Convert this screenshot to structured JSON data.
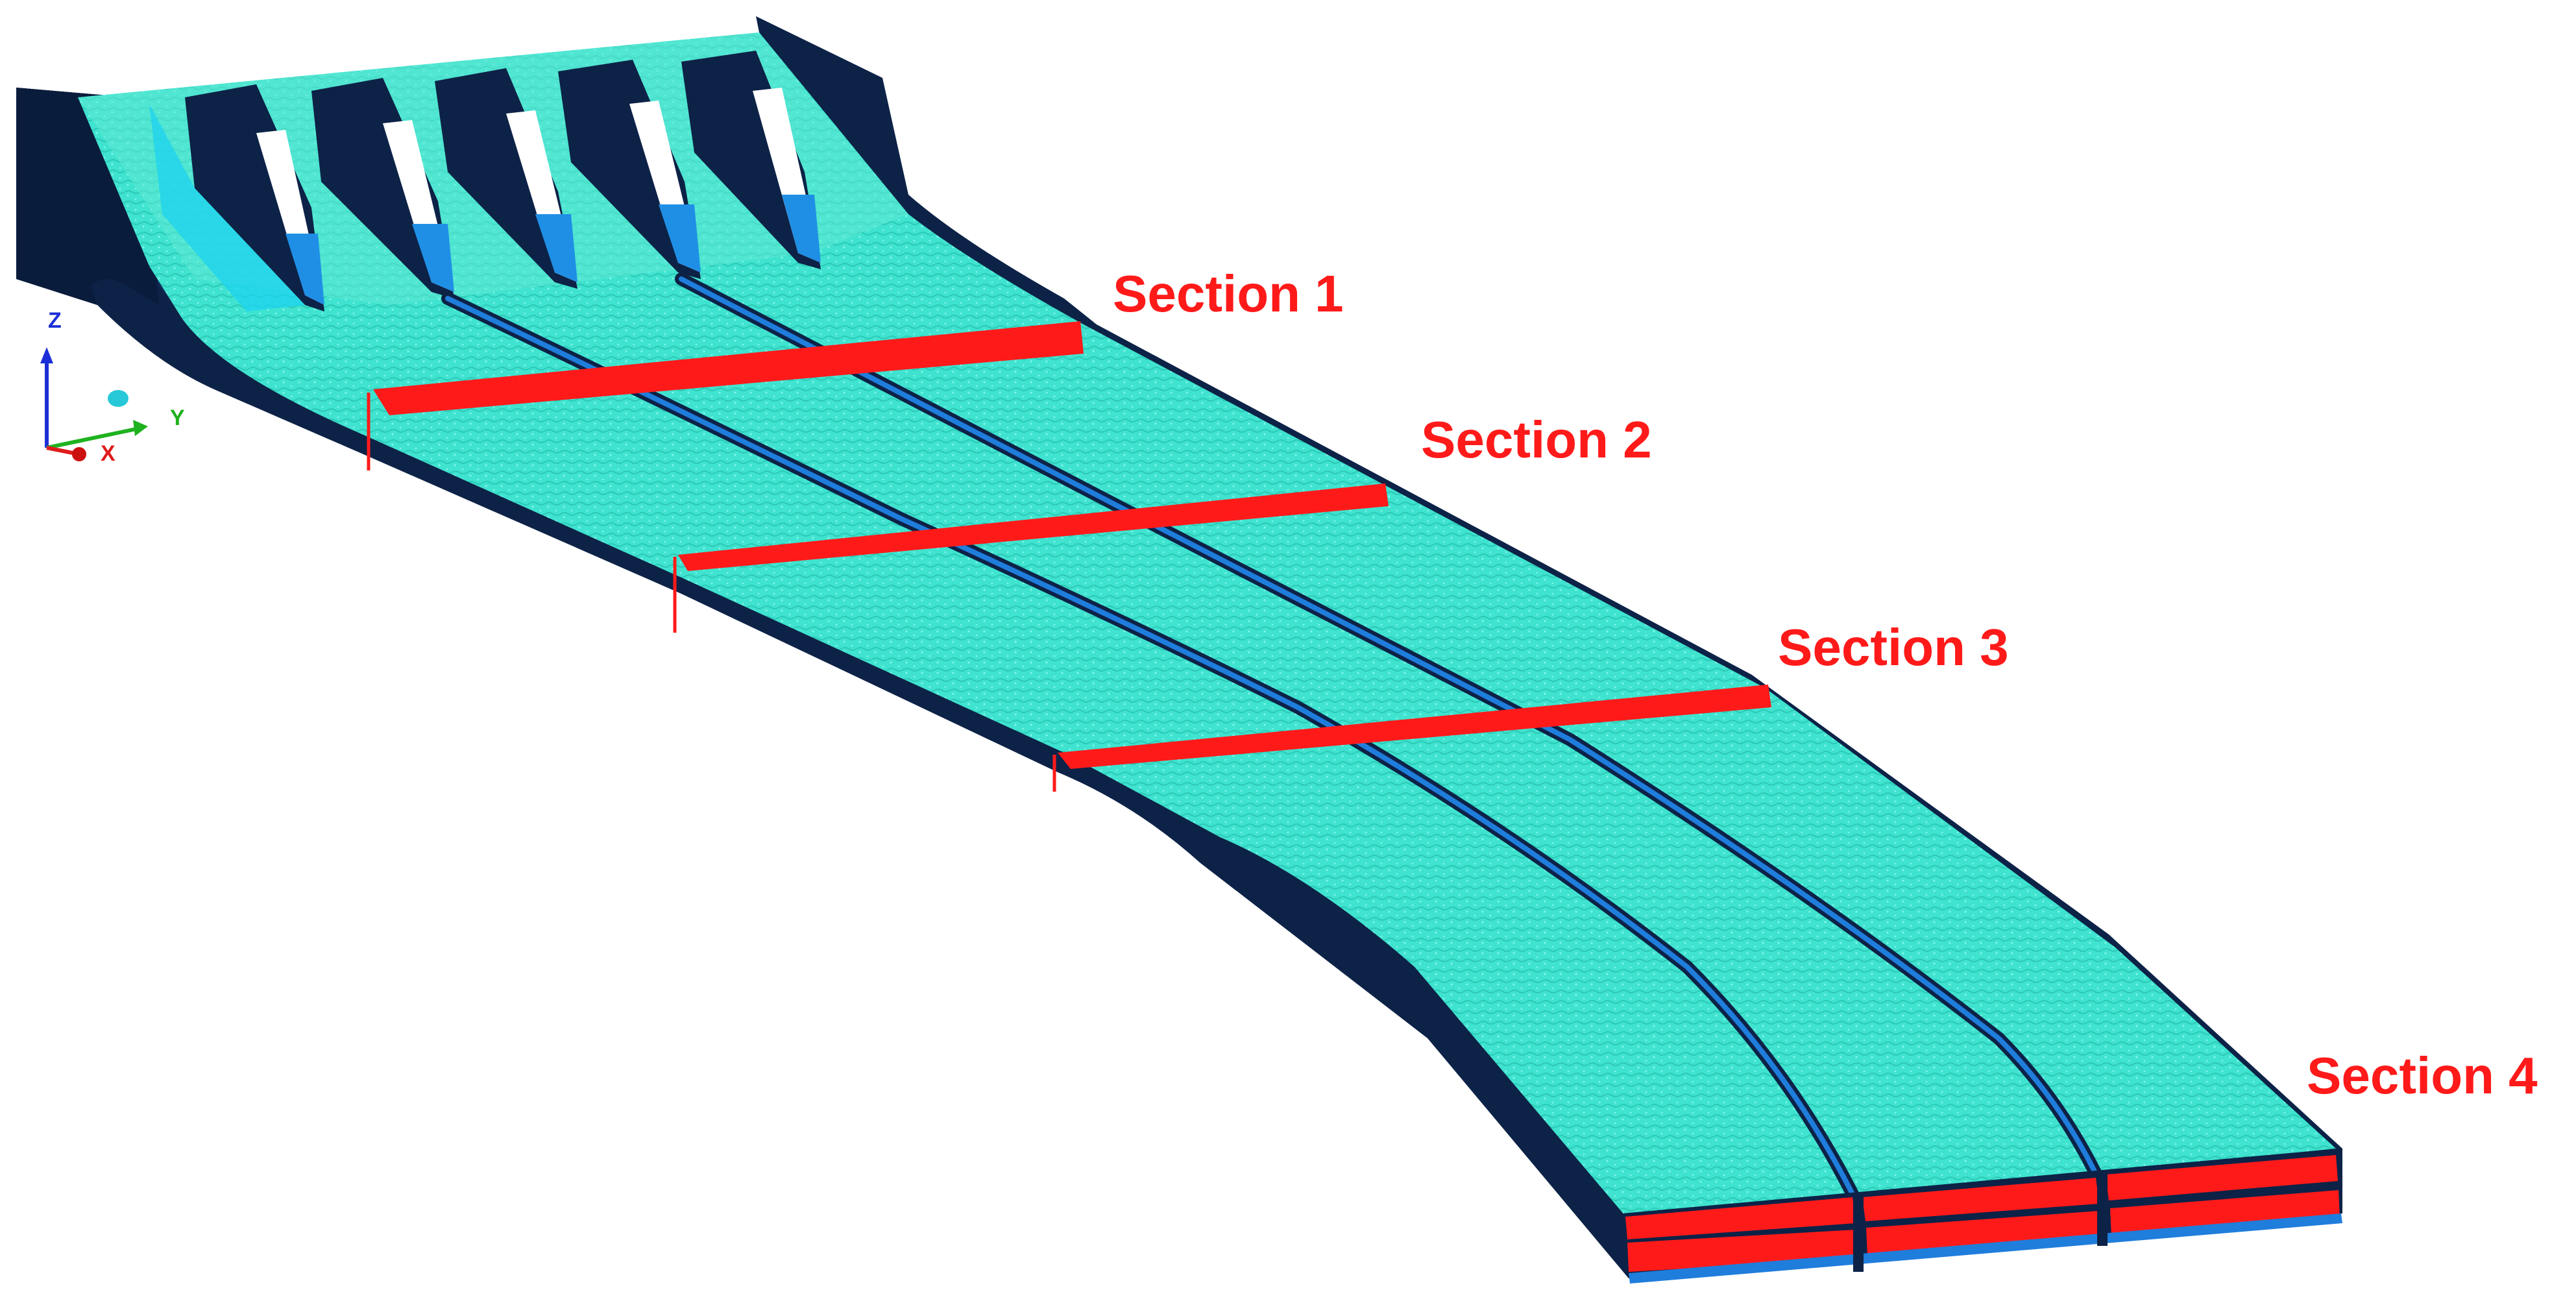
{
  "sections": [
    {
      "label": "Section 1"
    },
    {
      "label": "Section 2"
    },
    {
      "label": "Section 3"
    },
    {
      "label": "Section 4"
    }
  ],
  "axes": {
    "z": "Z",
    "y": "Y",
    "x": "X"
  },
  "colors": {
    "water": "#3fe3cf",
    "water_light": "#5ff2de",
    "structure": "#0d2247",
    "channel_edge": "#1f7ddc",
    "section_marker": "#ff1a1a",
    "pier_white": "#ffffff",
    "pier_blue": "#1f8fe6",
    "axis_z": "#1c2fd6",
    "axis_y": "#1fb21f",
    "axis_x": "#e01b1b"
  }
}
